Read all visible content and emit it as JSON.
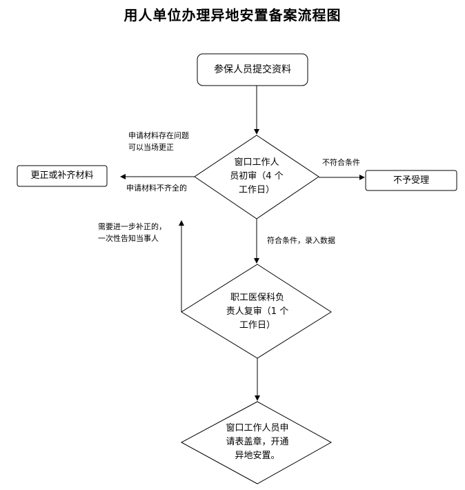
{
  "title": "用人单位办理异地安置备案流程图",
  "nodes": {
    "submit": "参保人员提交资料",
    "initial_review": [
      "窗口工作人",
      "员初审（4 个",
      "工作日）"
    ],
    "correct": "更正或补齐材料",
    "reject": "不予受理",
    "second_review": [
      "职工医保科负",
      "责人复审（1 个",
      "工作日）"
    ],
    "final": [
      "窗口工作人员申",
      "请表盖章，开通",
      "异地安置。"
    ]
  },
  "edge_labels": {
    "problem": [
      "申请材料存在问题",
      "可以当场更正"
    ],
    "incomplete": "申请材料不齐全的",
    "not_qualified": "不符合条件",
    "qualified": "符合条件，录入数据",
    "needs_more": [
      "需要进一步补正的，",
      "一次性告知当事人"
    ]
  }
}
